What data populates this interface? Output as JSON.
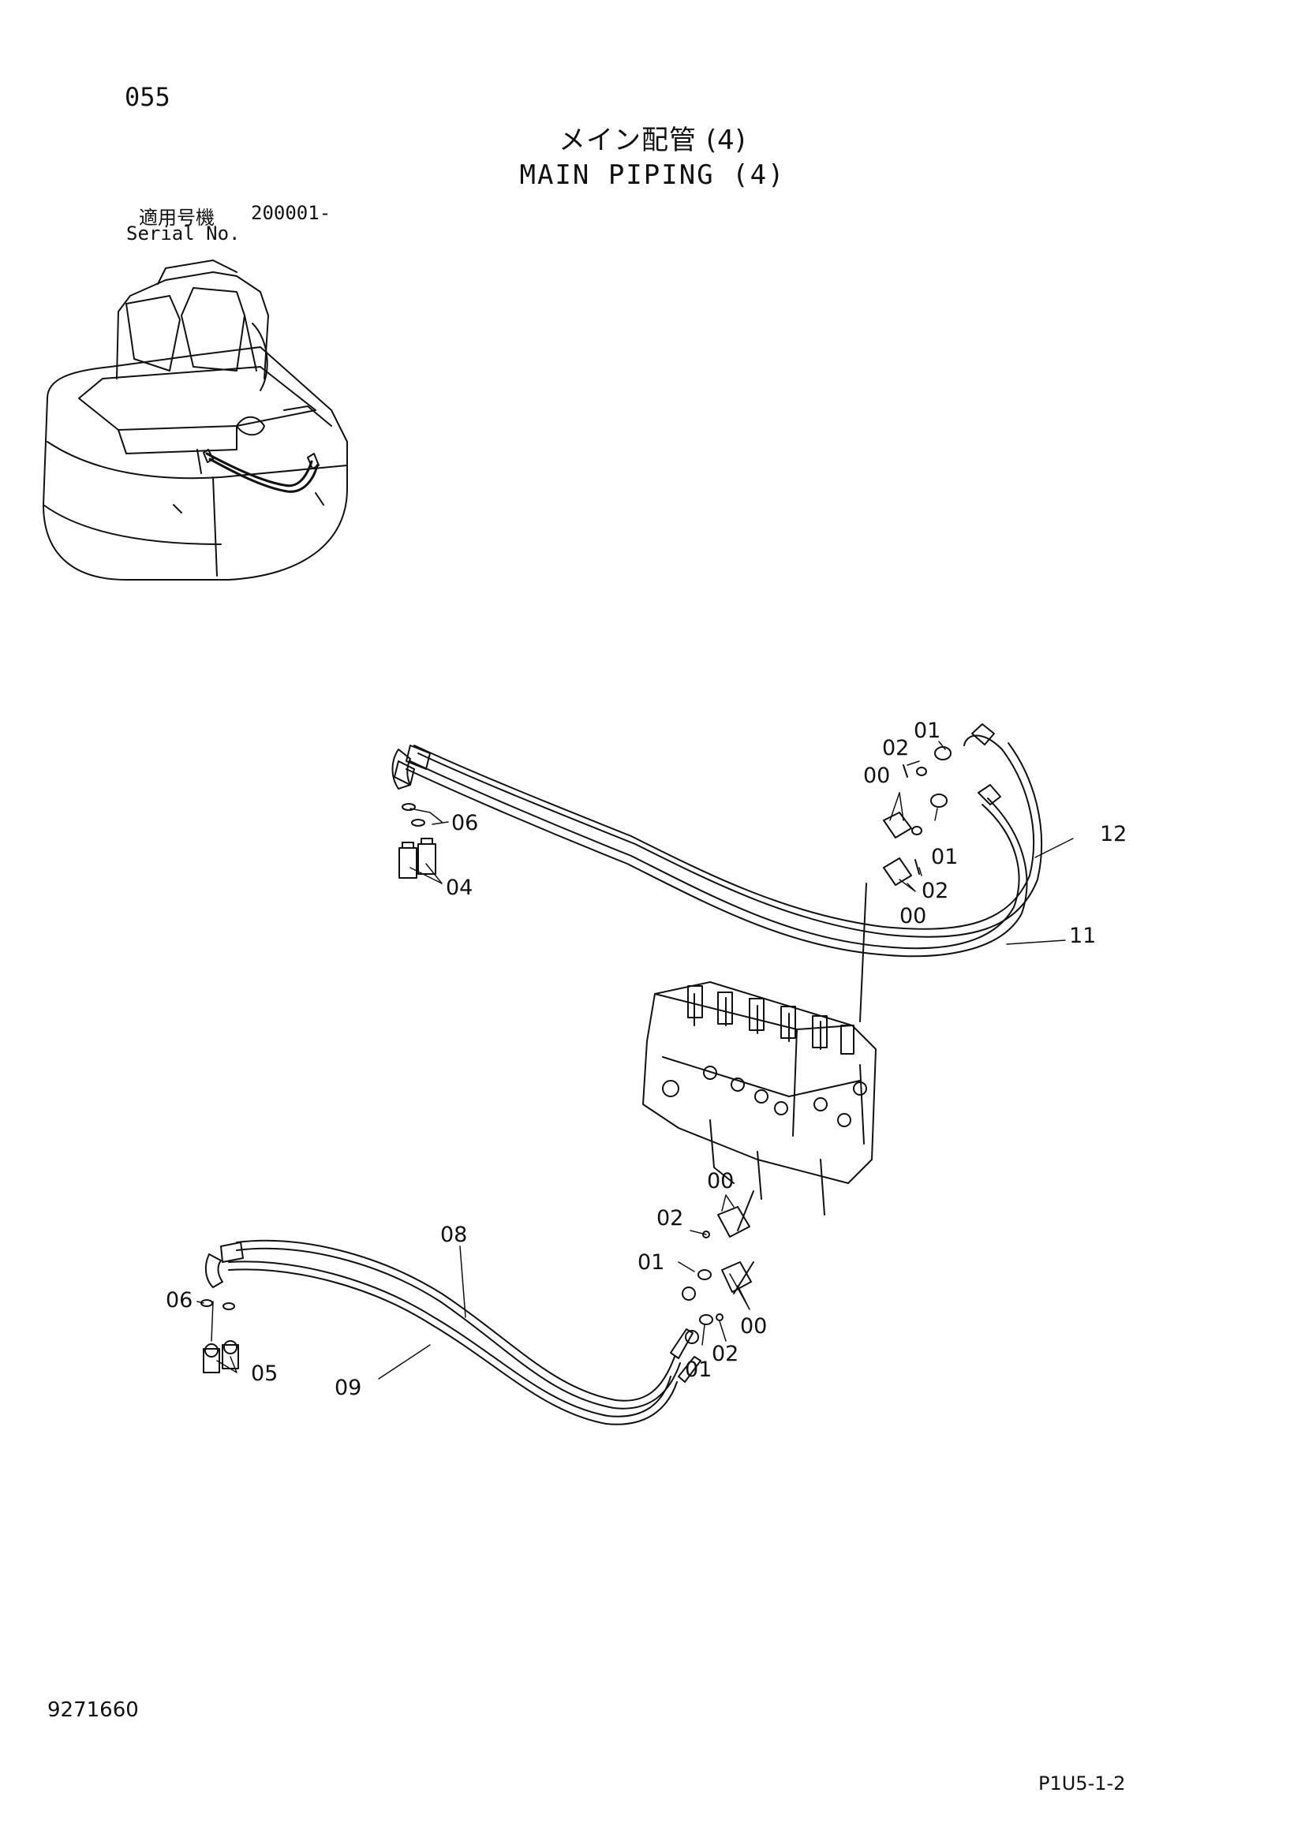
{
  "header": {
    "page_number": "055",
    "title_jp": "メイン配管 (4)",
    "title_en": "MAIN PIPING (4)",
    "serial_label_jp": "適用号機",
    "serial_value": "200001-",
    "serial_label_en": "Serial No."
  },
  "footer": {
    "doc_number": "9271660",
    "page_code": "P1U5-1-2"
  },
  "callouts": {
    "c00_a": "00",
    "c00_b": "00",
    "c00_c": "00",
    "c00_d": "00",
    "c01_a": "01",
    "c01_b": "01",
    "c01_c": "01",
    "c01_d": "01",
    "c02_a": "02",
    "c02_b": "02",
    "c02_c": "02",
    "c02_d": "02",
    "c04": "04",
    "c05": "05",
    "c06_a": "06",
    "c06_b": "06",
    "c08": "08",
    "c09": "09",
    "c11": "11",
    "c12": "12"
  }
}
